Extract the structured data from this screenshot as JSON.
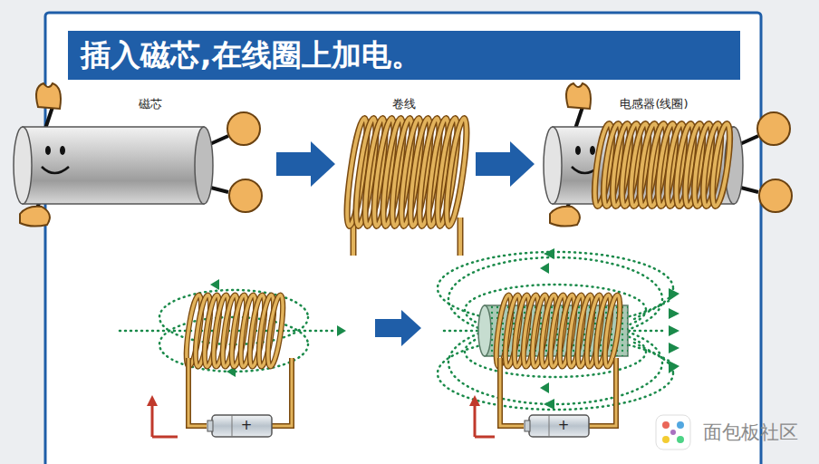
{
  "diagram": {
    "title": "插入磁芯,在线圈上加电。",
    "labels": [
      "磁芯",
      "卷线",
      "电感器(线圈)",
      "+",
      "+",
      "面包板社区"
    ]
  }
}
